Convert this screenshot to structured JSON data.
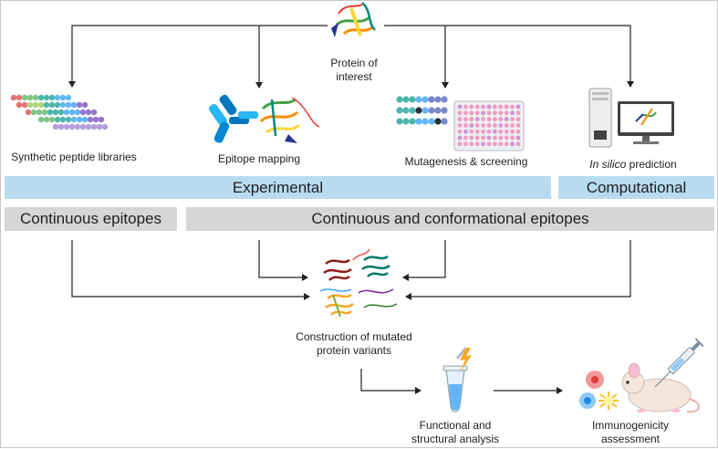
{
  "nodes": {
    "protein": {
      "line1": "Protein of",
      "line2": "interest"
    },
    "peptide_libraries": "Synthetic peptide libraries",
    "epitope_mapping": "Epitope mapping",
    "mutagenesis": "Mutagenesis & screening",
    "in_silico": {
      "italic": "In silico",
      "rest": " prediction"
    },
    "construction": {
      "line1": "Construction of mutated",
      "line2": "protein variants"
    },
    "functional": {
      "line1": "Functional and",
      "line2": "structural  analysis"
    },
    "immunogenicity": {
      "line1": "Immunogenicity",
      "line2": "assessment"
    }
  },
  "bands": {
    "experimental": "Experimental",
    "computational": "Computational",
    "continuous": "Continuous epitopes",
    "conformational": "Continuous and conformational  epitopes"
  },
  "colors": {
    "band_blue": "#b8dbef",
    "band_grey": "#d6d6d6",
    "arrow": "#222222",
    "plate_well": "#f19bc0"
  }
}
